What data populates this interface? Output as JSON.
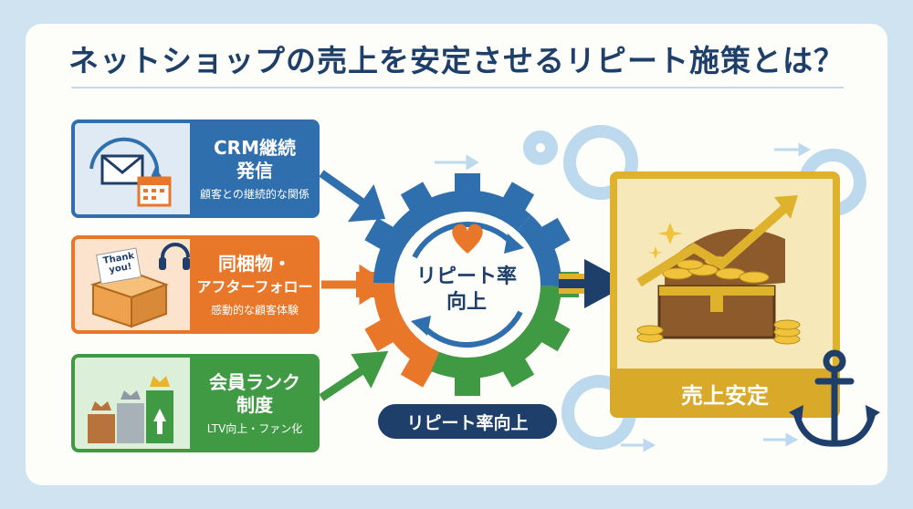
{
  "title": "ネットショップの売上を安定させるリピート施策とは？",
  "panels": [
    {
      "head_line1": "CRM継続",
      "head_line2": "発信",
      "sub": "顧客との継続的な関係",
      "color": "#2f6fad"
    },
    {
      "head_line1": "同梱物・",
      "head_line2": "アフターフォロー",
      "sub": "感動的な顧客体験",
      "color": "#e8772a",
      "icon_text_1": "Thank",
      "icon_text_2": "you!"
    },
    {
      "head_line1": "会員ランク",
      "head_line2": "制度",
      "sub": "LTV向上・ファン化",
      "color": "#3f9a43"
    }
  ],
  "gear": {
    "line1": "リピート率",
    "line2": "向上"
  },
  "badge": "リピート率向上",
  "result": {
    "label": "売上安定"
  },
  "icons": [
    "mail-calendar-icon",
    "thank-you-box-icon",
    "headset-icon",
    "rank-podium-icon",
    "heart-icon",
    "cycle-arrows-icon",
    "treasure-chest-icon",
    "anchor-icon",
    "gear-icon"
  ],
  "colors": {
    "navy": "#1f3f6b",
    "blue": "#2f6fad",
    "orange": "#e8772a",
    "green": "#3f9a43",
    "gold": "#dfb22e"
  }
}
